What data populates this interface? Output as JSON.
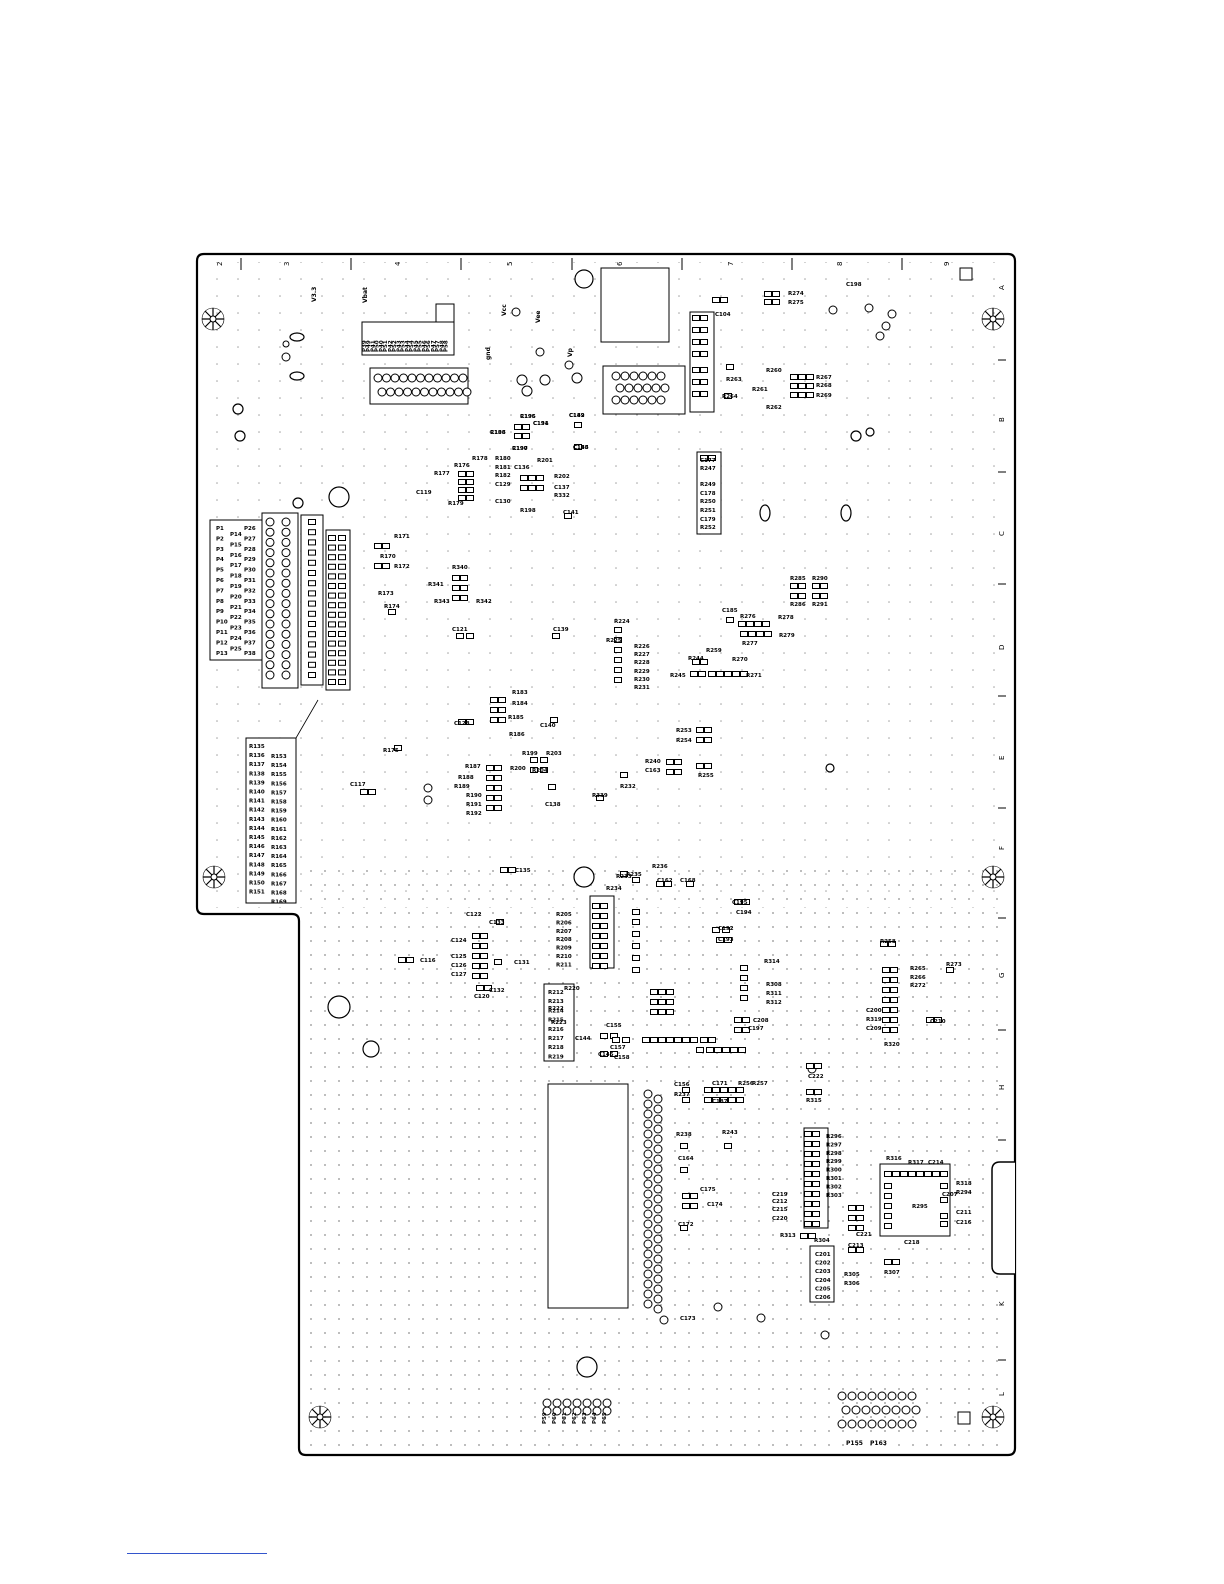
{
  "board": {
    "column_markers": [
      "2",
      "3",
      "4",
      "5",
      "6",
      "7",
      "8",
      "9"
    ],
    "row_markers": [
      "A",
      "B",
      "C",
      "D",
      "E",
      "F",
      "G",
      "H",
      "K",
      "L"
    ],
    "top_labels": [
      "Vbat",
      "V3.3",
      "Vcc",
      "Vee",
      "gnd",
      "Vp"
    ],
    "header_left": {
      "col1": [
        "P1",
        "P2",
        "P3",
        "P4",
        "P5",
        "P6",
        "P7",
        "P8",
        "P9",
        "P10",
        "P11",
        "P12",
        "P13"
      ],
      "col2": [
        "P14",
        "P15",
        "P16",
        "P17",
        "P18",
        "P19",
        "P20",
        "P21",
        "P22",
        "P23",
        "P24",
        "P25"
      ],
      "col3": [
        "P26",
        "P27",
        "P28",
        "P29",
        "P30",
        "P31",
        "P32",
        "P33",
        "P34",
        "P35",
        "P36",
        "P37",
        "P38"
      ]
    },
    "resistor_block_left": {
      "col1": [
        "R135",
        "R136",
        "R137",
        "R138",
        "R139",
        "R140",
        "R141",
        "R142",
        "R143",
        "R144",
        "R145",
        "R146",
        "R147",
        "R148",
        "R149",
        "R150",
        "R151"
      ],
      "col2": [
        "R153",
        "R154",
        "R155",
        "R156",
        "R157",
        "R158",
        "R159",
        "R160",
        "R161",
        "R162",
        "R163",
        "R164",
        "R165",
        "R166",
        "R167",
        "R168",
        "R169"
      ]
    },
    "top_connector_pins": [
      "P39",
      "P41",
      "P40",
      "P42",
      "P43",
      "P44",
      "P45",
      "P46",
      "P47",
      "P48",
      "P49",
      "P50",
      "P51",
      "P52",
      "P53",
      "P54",
      "P55",
      "P56",
      "P57",
      "P58"
    ],
    "mid_column_labels": [
      "R212",
      "R213",
      "R214",
      "R215",
      "R216",
      "R217",
      "R218",
      "R219"
    ],
    "mid_column2_labels": [
      "R205",
      "R206",
      "R207",
      "R208",
      "R209",
      "R210",
      "R211"
    ],
    "right_column_labels": [
      "R296",
      "R297",
      "R298",
      "R299",
      "R300",
      "R301",
      "R302",
      "R303"
    ],
    "cap_column_labels": [
      "C201",
      "C202",
      "C203",
      "C204",
      "C205",
      "C206"
    ],
    "bottom_pins": [
      "P59",
      "P60",
      "P61",
      "P62",
      "P63",
      "P64",
      "P65"
    ],
    "bottom_text": [
      "P155",
      "P163"
    ],
    "scattered_labels": [
      "R195",
      "R196",
      "R197",
      "C134",
      "C142",
      "C143",
      "R176",
      "R178",
      "R180",
      "R181",
      "R182",
      "C129",
      "C130",
      "C119",
      "R177",
      "R179",
      "R201",
      "C136",
      "R202",
      "C137",
      "R332",
      "R198",
      "C141",
      "R171",
      "R170",
      "R172",
      "R173",
      "R174",
      "R341",
      "R343",
      "R340",
      "R342",
      "C121",
      "C139",
      "R224",
      "R225",
      "R226",
      "R227",
      "R228",
      "R229",
      "R230",
      "R231",
      "R183",
      "R184",
      "R185",
      "R186",
      "C128",
      "C140",
      "R175",
      "R187",
      "R188",
      "R189",
      "R190",
      "R191",
      "R192",
      "R199",
      "R203",
      "R200",
      "R204",
      "C138",
      "R339",
      "R232",
      "C117",
      "C135",
      "C104",
      "R263",
      "R264",
      "R274",
      "R275",
      "C198",
      "R260",
      "R261",
      "R262",
      "R267",
      "R268",
      "R269",
      "C177",
      "R247",
      "R249",
      "C178",
      "R250",
      "R251",
      "C179",
      "R252",
      "R285",
      "R286",
      "R290",
      "R291",
      "C185",
      "R276",
      "R277",
      "R278",
      "R279",
      "R259",
      "R244",
      "R270",
      "R245",
      "R271",
      "R253",
      "R254",
      "R240",
      "C163",
      "R255",
      "R233",
      "R234",
      "R235",
      "R236",
      "C162",
      "C168",
      "C122",
      "C133",
      "C124",
      "C125",
      "C126",
      "C127",
      "C131",
      "C116",
      "C120",
      "C132",
      "R220",
      "R222",
      "R223",
      "C144",
      "C145",
      "C155",
      "C157",
      "C158",
      "C156",
      "R237",
      "R238",
      "C164",
      "C175",
      "C174",
      "C172",
      "C173",
      "R243",
      "C171",
      "C187",
      "R256",
      "R257",
      "R258",
      "R265",
      "R266",
      "R272",
      "R273",
      "C200",
      "R319",
      "C209",
      "C210",
      "R320",
      "C222",
      "R315",
      "R316",
      "R317",
      "C214",
      "R318",
      "R294",
      "R295",
      "C207",
      "C211",
      "C216",
      "C218",
      "C219",
      "C212",
      "C215",
      "C220",
      "C221",
      "C213",
      "R304",
      "R305",
      "R306",
      "R307",
      "R313",
      "R314",
      "R308",
      "R311",
      "R312",
      "C208",
      "C197",
      "C192",
      "C193",
      "C194",
      "C195",
      "C196",
      "C188",
      "C190",
      "C191",
      "C189",
      "C186"
    ]
  }
}
